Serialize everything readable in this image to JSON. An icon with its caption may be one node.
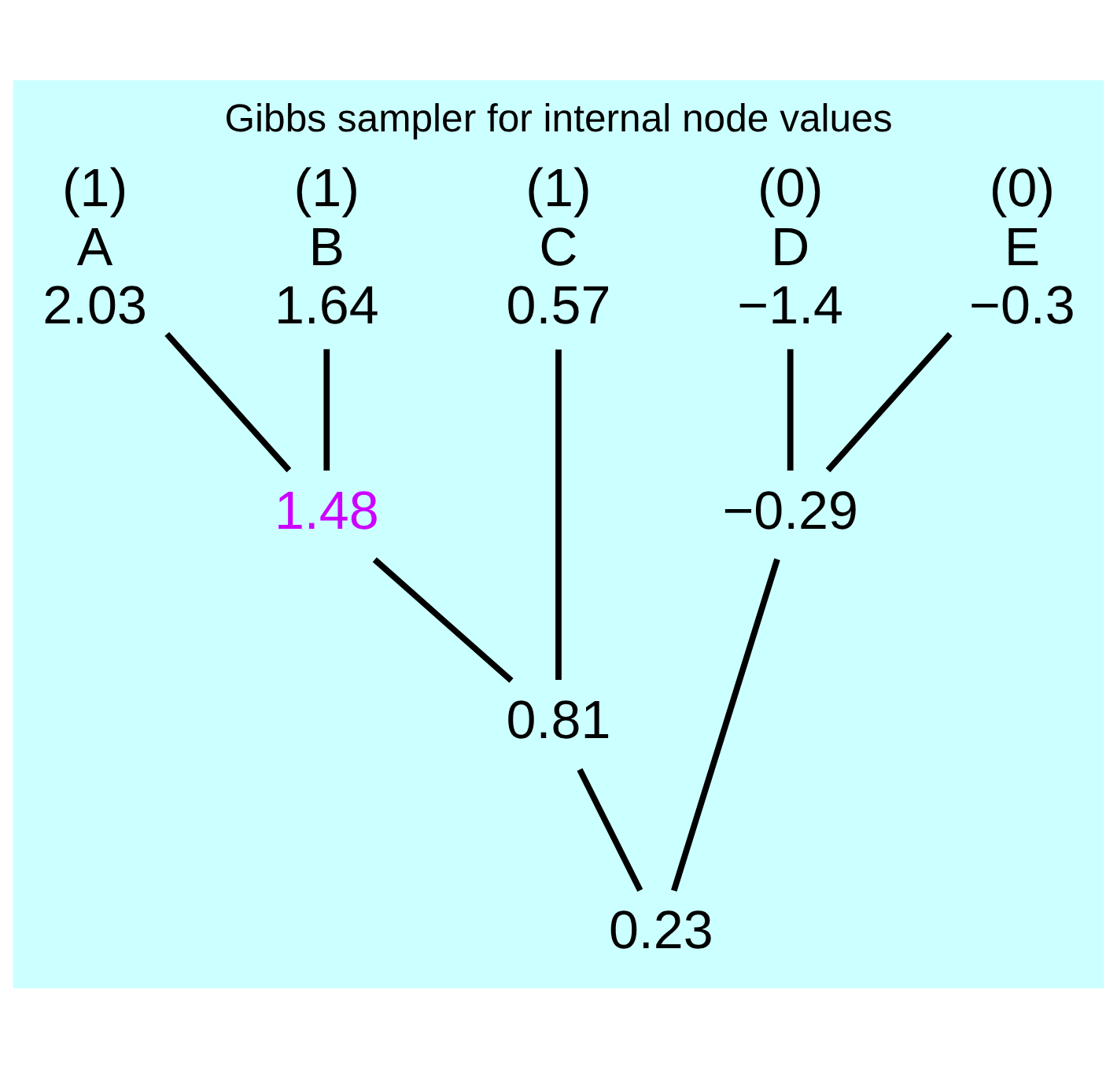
{
  "diagram": {
    "title": "Gibbs sampler for internal node values",
    "nodes": [
      {
        "text": [
          "A",
          "2.03"
        ],
        "beside": [
          "(1)"
        ]
      },
      {
        "text": [
          "B",
          "1.64"
        ],
        "beside": [
          "(1)"
        ]
      },
      {
        "text": [
          "C",
          "0.57"
        ],
        "beside": [
          "(1)"
        ]
      },
      {
        "text": [
          "D",
          "−1.4"
        ],
        "beside": [
          "(0)"
        ]
      },
      {
        "text": [
          "E",
          "−0.3"
        ],
        "beside": [
          "(0)"
        ]
      },
      {
        "text": [
          "1.48"
        ]
      },
      {
        "text": [
          "0.81"
        ]
      },
      {
        "text": [
          "−0.29"
        ]
      },
      {
        "text": [
          "0.23"
        ]
      }
    ],
    "edges": [
      {
        "from": 0,
        "to": 5,
        "arrow": "none"
      },
      {
        "from": 1,
        "to": 5,
        "arrow": "none"
      },
      {
        "from": 2,
        "to": 6,
        "arrow": "none"
      },
      {
        "from": 5,
        "to": 6,
        "arrow": "none"
      },
      {
        "from": 3,
        "to": 7,
        "arrow": "none"
      },
      {
        "from": 4,
        "to": 7,
        "arrow": "none"
      },
      {
        "from": 6,
        "to": 8,
        "arrow": "none"
      },
      {
        "from": 7,
        "to": 8,
        "arrow": "none"
      }
    ]
  }
}
